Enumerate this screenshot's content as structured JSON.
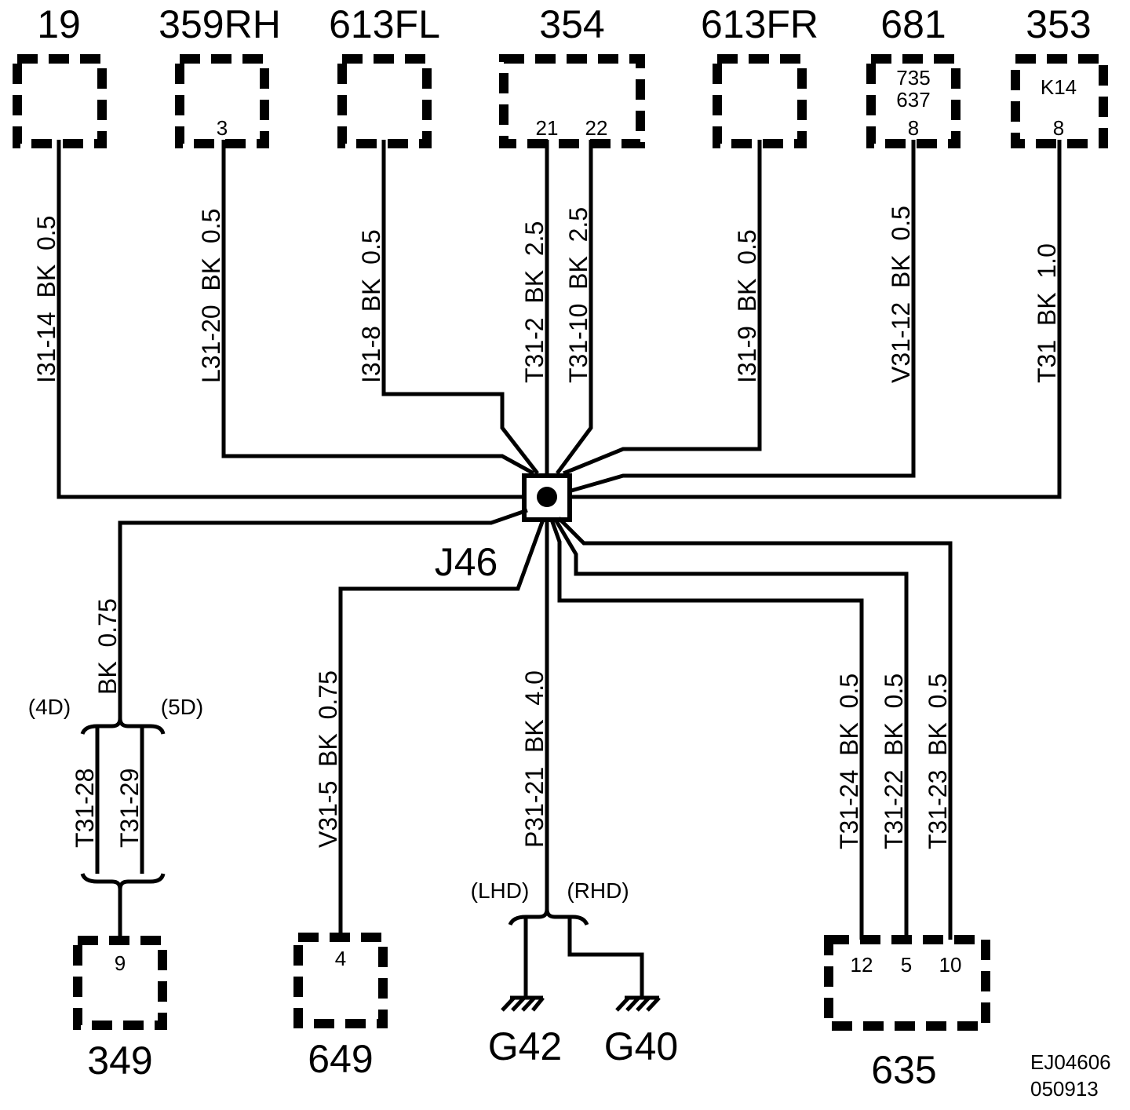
{
  "top_connectors": [
    {
      "id": "19",
      "pins": []
    },
    {
      "id": "359RH",
      "pins": [
        "3"
      ]
    },
    {
      "id": "613FL",
      "pins": []
    },
    {
      "id": "354",
      "pins": [
        "21",
        "22"
      ]
    },
    {
      "id": "613FR",
      "pins": []
    },
    {
      "id": "681",
      "inner": [
        "735",
        "637"
      ],
      "pins": [
        "8"
      ]
    },
    {
      "id": "353",
      "inner": [
        "K14"
      ],
      "pins": [
        "8"
      ]
    }
  ],
  "top_wires": [
    "I31-14  BK  0.5",
    "L31-20  BK  0.5",
    "I31-8  BK  0.5",
    "T31-2  BK  2.5",
    "T31-10  BK  2.5",
    "I31-9  BK  0.5",
    "V31-12  BK  0.5",
    "T31  BK  1.0"
  ],
  "splice": {
    "label": "J46"
  },
  "left_branch": {
    "wire": "BK  0.75",
    "variants": [
      "(4D)",
      "(5D)"
    ],
    "wires": [
      "T31-28",
      "T31-29"
    ],
    "connector": {
      "id": "349",
      "pin": "9"
    }
  },
  "mid_branch": {
    "wire": "V31-5  BK  0.75",
    "connector": {
      "id": "649",
      "pin": "4"
    }
  },
  "ground_branch": {
    "wire": "P31-21  BK  4.0",
    "variants": [
      "(LHD)",
      "(RHD)"
    ],
    "grounds": [
      "G42",
      "G40"
    ]
  },
  "right_branch": {
    "wires": [
      "T31-24  BK  0.5",
      "T31-22  BK  0.5",
      "T31-23  BK  0.5"
    ],
    "connector": {
      "id": "635",
      "pins": [
        "12",
        "5",
        "10"
      ]
    }
  },
  "drawing_code": [
    "EJ04606",
    "050913"
  ]
}
